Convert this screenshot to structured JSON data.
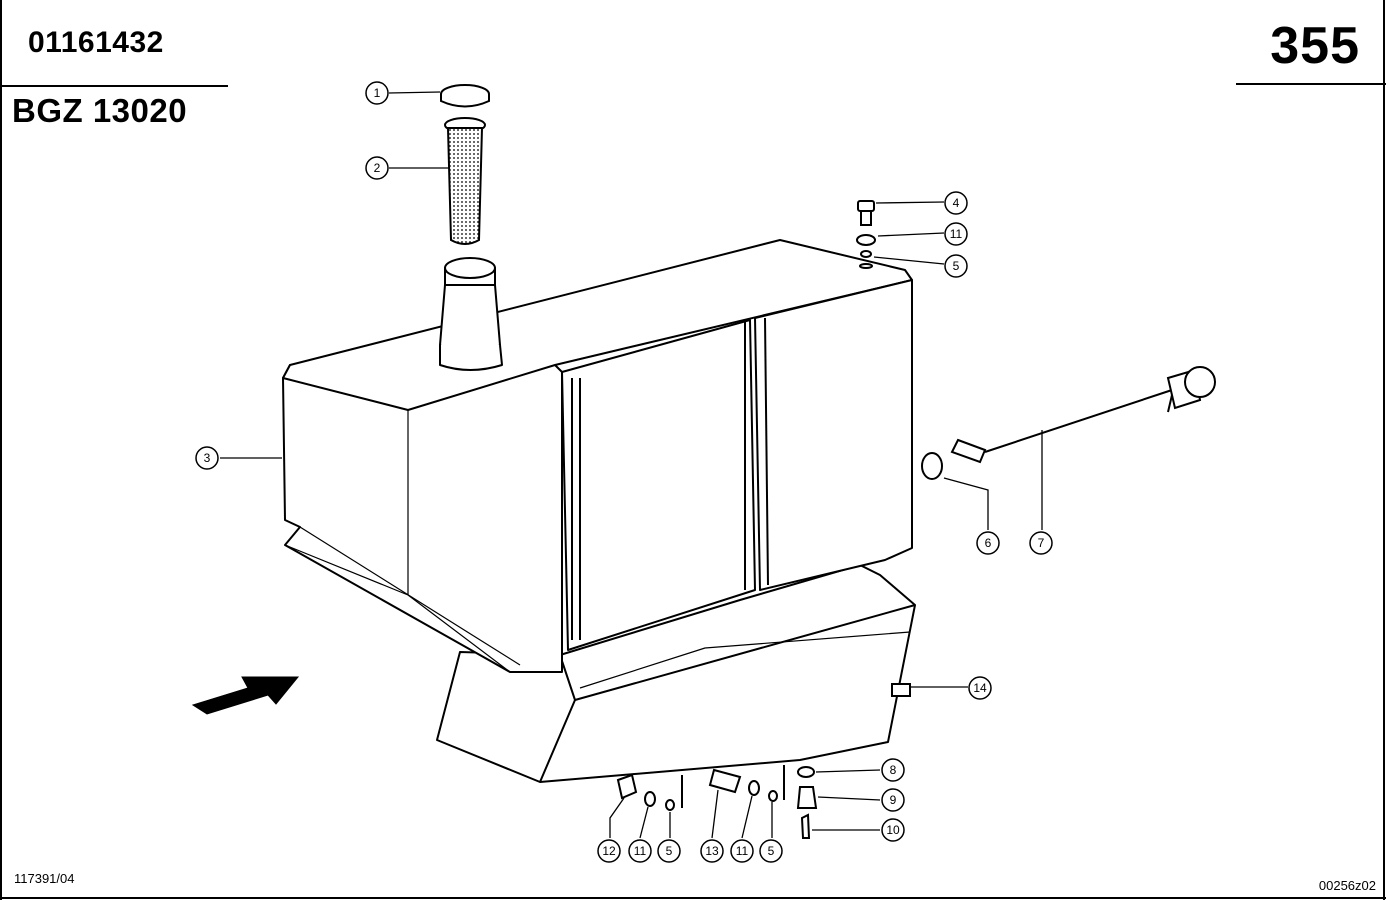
{
  "header": {
    "part_number": "01161432",
    "group_code": "BGZ 13020",
    "page_number": "355"
  },
  "footer": {
    "drawing_ref": "117391/04",
    "image_ref": "00256z02"
  },
  "callouts": [
    "1",
    "2",
    "3",
    "4",
    "11",
    "5",
    "6",
    "7",
    "14",
    "8",
    "9",
    "10",
    "12",
    "11",
    "5",
    "13",
    "11",
    "5"
  ],
  "colors": {
    "line": "#000000",
    "background": "#ffffff"
  }
}
